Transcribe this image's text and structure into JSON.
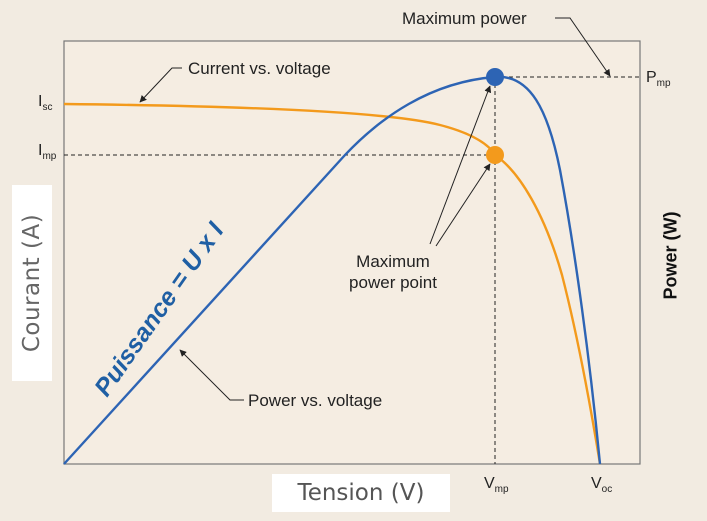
{
  "chart_data": {
    "type": "line",
    "ylabel": "Courant (A)",
    "xlabel": "Tension (V)",
    "y2label": "Power (W)",
    "formula": "Puissance = U x I",
    "xticks": {
      "vmp": "Vmp",
      "voc": "Voc"
    },
    "yticks": {
      "isc": "Isc",
      "imp": "Imp"
    },
    "y2ticks": {
      "pmp": "Pmp"
    },
    "series": [
      {
        "name": "Current vs. voltage",
        "color": "#f39a1c"
      },
      {
        "name": "Power vs. voltage",
        "color": "#2d64b4"
      }
    ],
    "annotations": {
      "maximum_power": "Maximum power",
      "mpp_line1": "Maximum",
      "mpp_line2": "power point"
    },
    "grid": false,
    "colors": {
      "background": "#f2ebe1",
      "plot": "#f5ede2",
      "current": "#f39a1c",
      "power": "#2d64b4",
      "formula": "#1f5fa4"
    }
  }
}
